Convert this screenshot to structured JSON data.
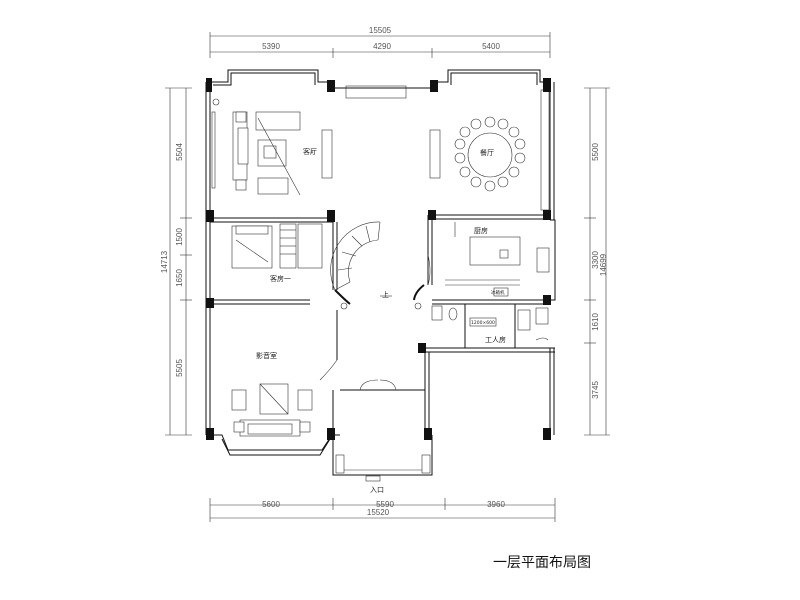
{
  "title": "一层平面布局图",
  "dimensions": {
    "top_total": "15505",
    "top_segments": [
      "5390",
      "4290",
      "5400"
    ],
    "bottom_total": "15520",
    "bottom_segments": [
      "5600",
      "5590",
      "3960"
    ],
    "left_total": "14713",
    "left_segments": [
      "5504",
      "1500",
      "1650",
      "5505"
    ],
    "right_total": "14699",
    "right_segments": [
      "5500",
      "3300",
      "1610",
      "3745"
    ]
  },
  "rooms": {
    "living_room": "客厅",
    "dining_room": "餐厅",
    "guest_room": "客房一",
    "theater": "影音室",
    "kitchen": "厨房",
    "staff_room": "工人房",
    "entrance": "入口",
    "stair_up": "上"
  },
  "labels": {
    "appliance": "冰箱机",
    "washer": "1200×600"
  }
}
